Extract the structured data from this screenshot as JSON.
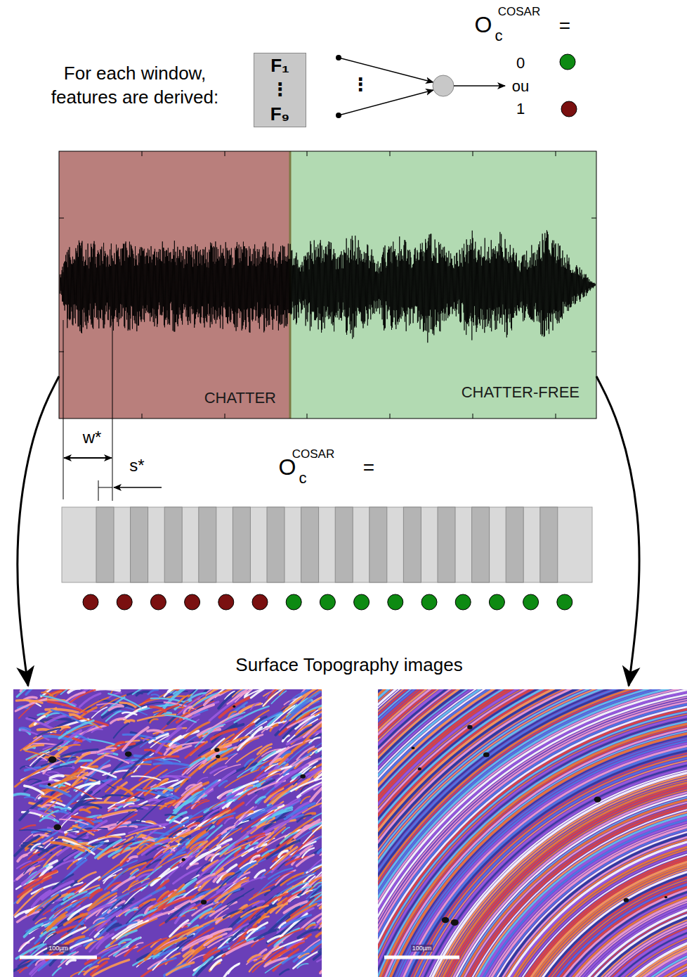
{
  "diagram": {
    "nodes": [
      {
        "text": [
          "F₁",
          "⋮",
          "F₉"
        ]
      },
      {
        "text": [
          "CHATTER"
        ]
      },
      {
        "text": [
          "CHATTER-FREE"
        ]
      },
      {
        "text": [
          "100µm"
        ]
      },
      {
        "text": [
          "100µm"
        ]
      }
    ],
    "edges": [
      {
        "from": 1,
        "to": 3,
        "arrow": "to"
      },
      {
        "from": 2,
        "to": 4,
        "arrow": "to"
      }
    ],
    "labels": [
      "For each window, features are derived:",
      "⋮",
      "O",
      "COSAR",
      "c",
      "=",
      "0",
      "ou",
      "1",
      "w*",
      "s*",
      "O",
      "COSAR",
      "c",
      "=",
      "Surface Topography images"
    ]
  }
}
